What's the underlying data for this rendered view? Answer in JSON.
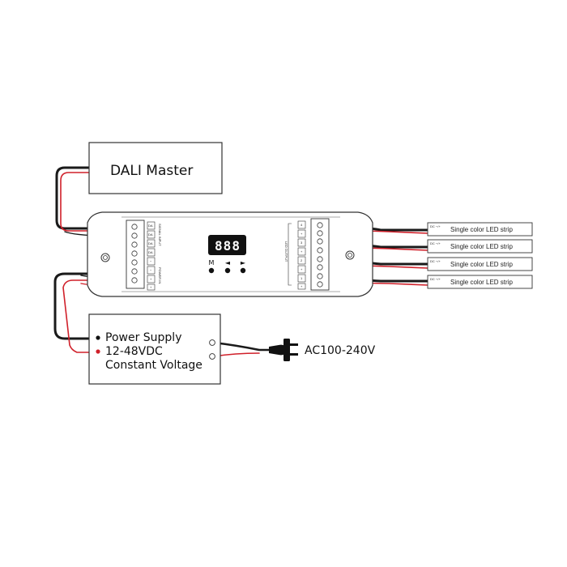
{
  "dali_master": {
    "label": "DALI Master"
  },
  "controller": {
    "display_text": "888",
    "buttons": [
      "M",
      "◄",
      "►"
    ],
    "signal_input_label": "SIGNAL INPUT",
    "signal_terminals": [
      "DA",
      "DA",
      "DA",
      "DA"
    ],
    "power_in_label": "POWER IN",
    "power_terminals": [
      "−",
      "−",
      "+",
      "+"
    ],
    "led_output_label": "LED OUTPUT",
    "output_terminals": [
      "4",
      "+",
      "3",
      "+",
      "2",
      "+",
      "1",
      "+"
    ]
  },
  "power_supply": {
    "line1": "Power Supply",
    "line2": "12-48VDC",
    "line3": "Constant Voltage"
  },
  "ac_input": {
    "label": "AC100-240V"
  },
  "led_strips": [
    {
      "label": "Single color LED strip",
      "polarity": "DC −/+"
    },
    {
      "label": "Single color LED strip",
      "polarity": "DC −/+"
    },
    {
      "label": "Single color LED strip",
      "polarity": "DC −/+"
    },
    {
      "label": "Single color LED strip",
      "polarity": "DC −/+"
    }
  ],
  "colors": {
    "wire_black": "#1a1a1a",
    "wire_red": "#d0202a",
    "outline": "#333333"
  }
}
